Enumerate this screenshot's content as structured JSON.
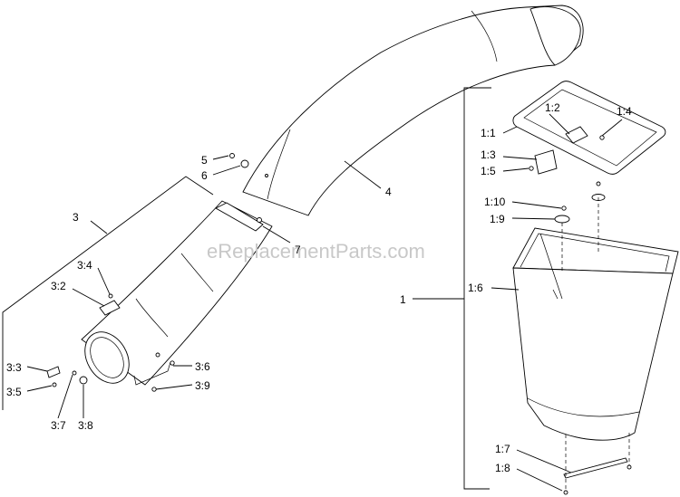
{
  "watermark": "eReplacementParts.com",
  "callouts": {
    "c1": "1",
    "c1_1": "1:1",
    "c1_2": "1:2",
    "c1_3": "1:3",
    "c1_4": "1:4",
    "c1_5": "1:5",
    "c1_6": "1:6",
    "c1_7": "1:7",
    "c1_8": "1:8",
    "c1_9": "1:9",
    "c1_10": "1:10",
    "c3": "3",
    "c3_2": "3:2",
    "c3_3": "3:3",
    "c3_4": "3:4",
    "c3_5": "3:5",
    "c3_6": "3:6",
    "c3_7": "3:7",
    "c3_8": "3:8",
    "c3_9": "3:9",
    "c4": "4",
    "c5": "5",
    "c6": "6",
    "c7": "7"
  }
}
